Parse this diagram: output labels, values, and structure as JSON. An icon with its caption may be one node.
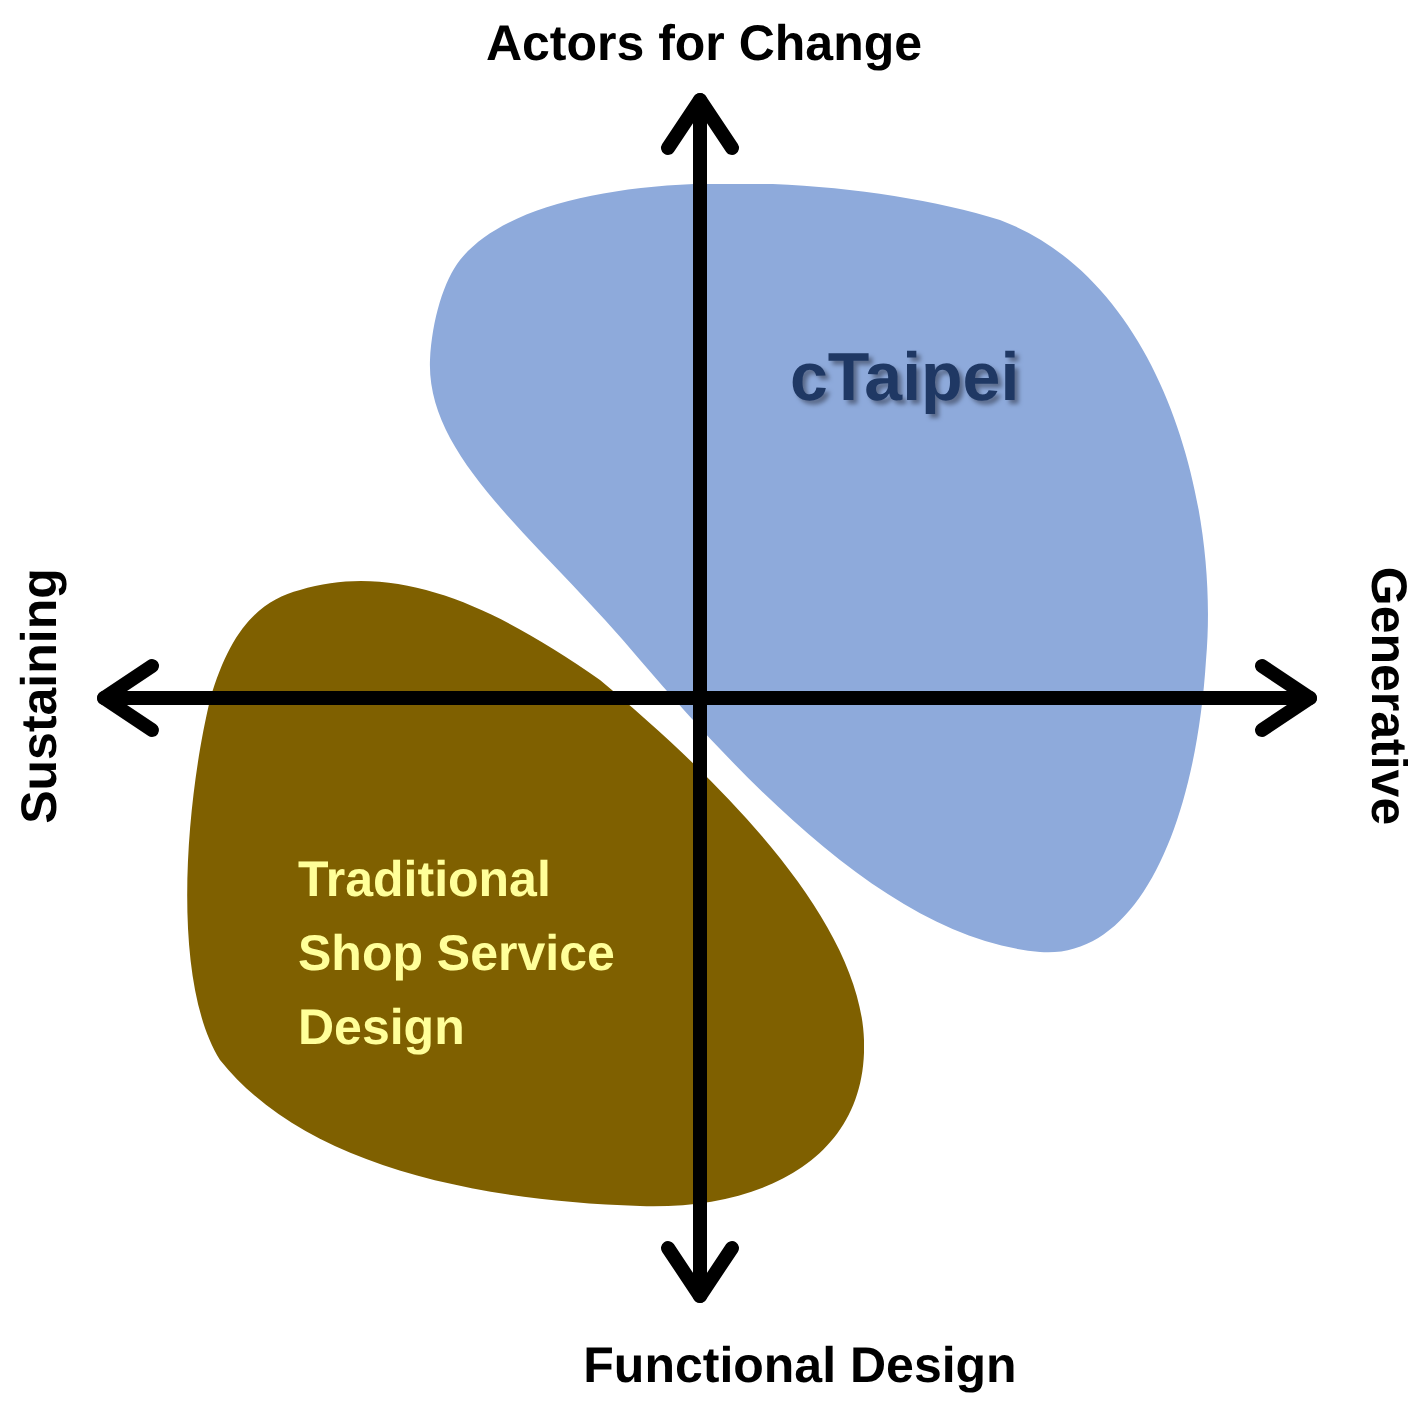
{
  "diagram": {
    "nodes": [
      {
        "text": [
          "cTaipei"
        ]
      },
      {
        "text": [
          "Traditional Shop Service Design"
        ]
      }
    ],
    "labels": [
      "Actors for Change",
      "Sustaining",
      "Generative",
      "Functional Design"
    ]
  }
}
